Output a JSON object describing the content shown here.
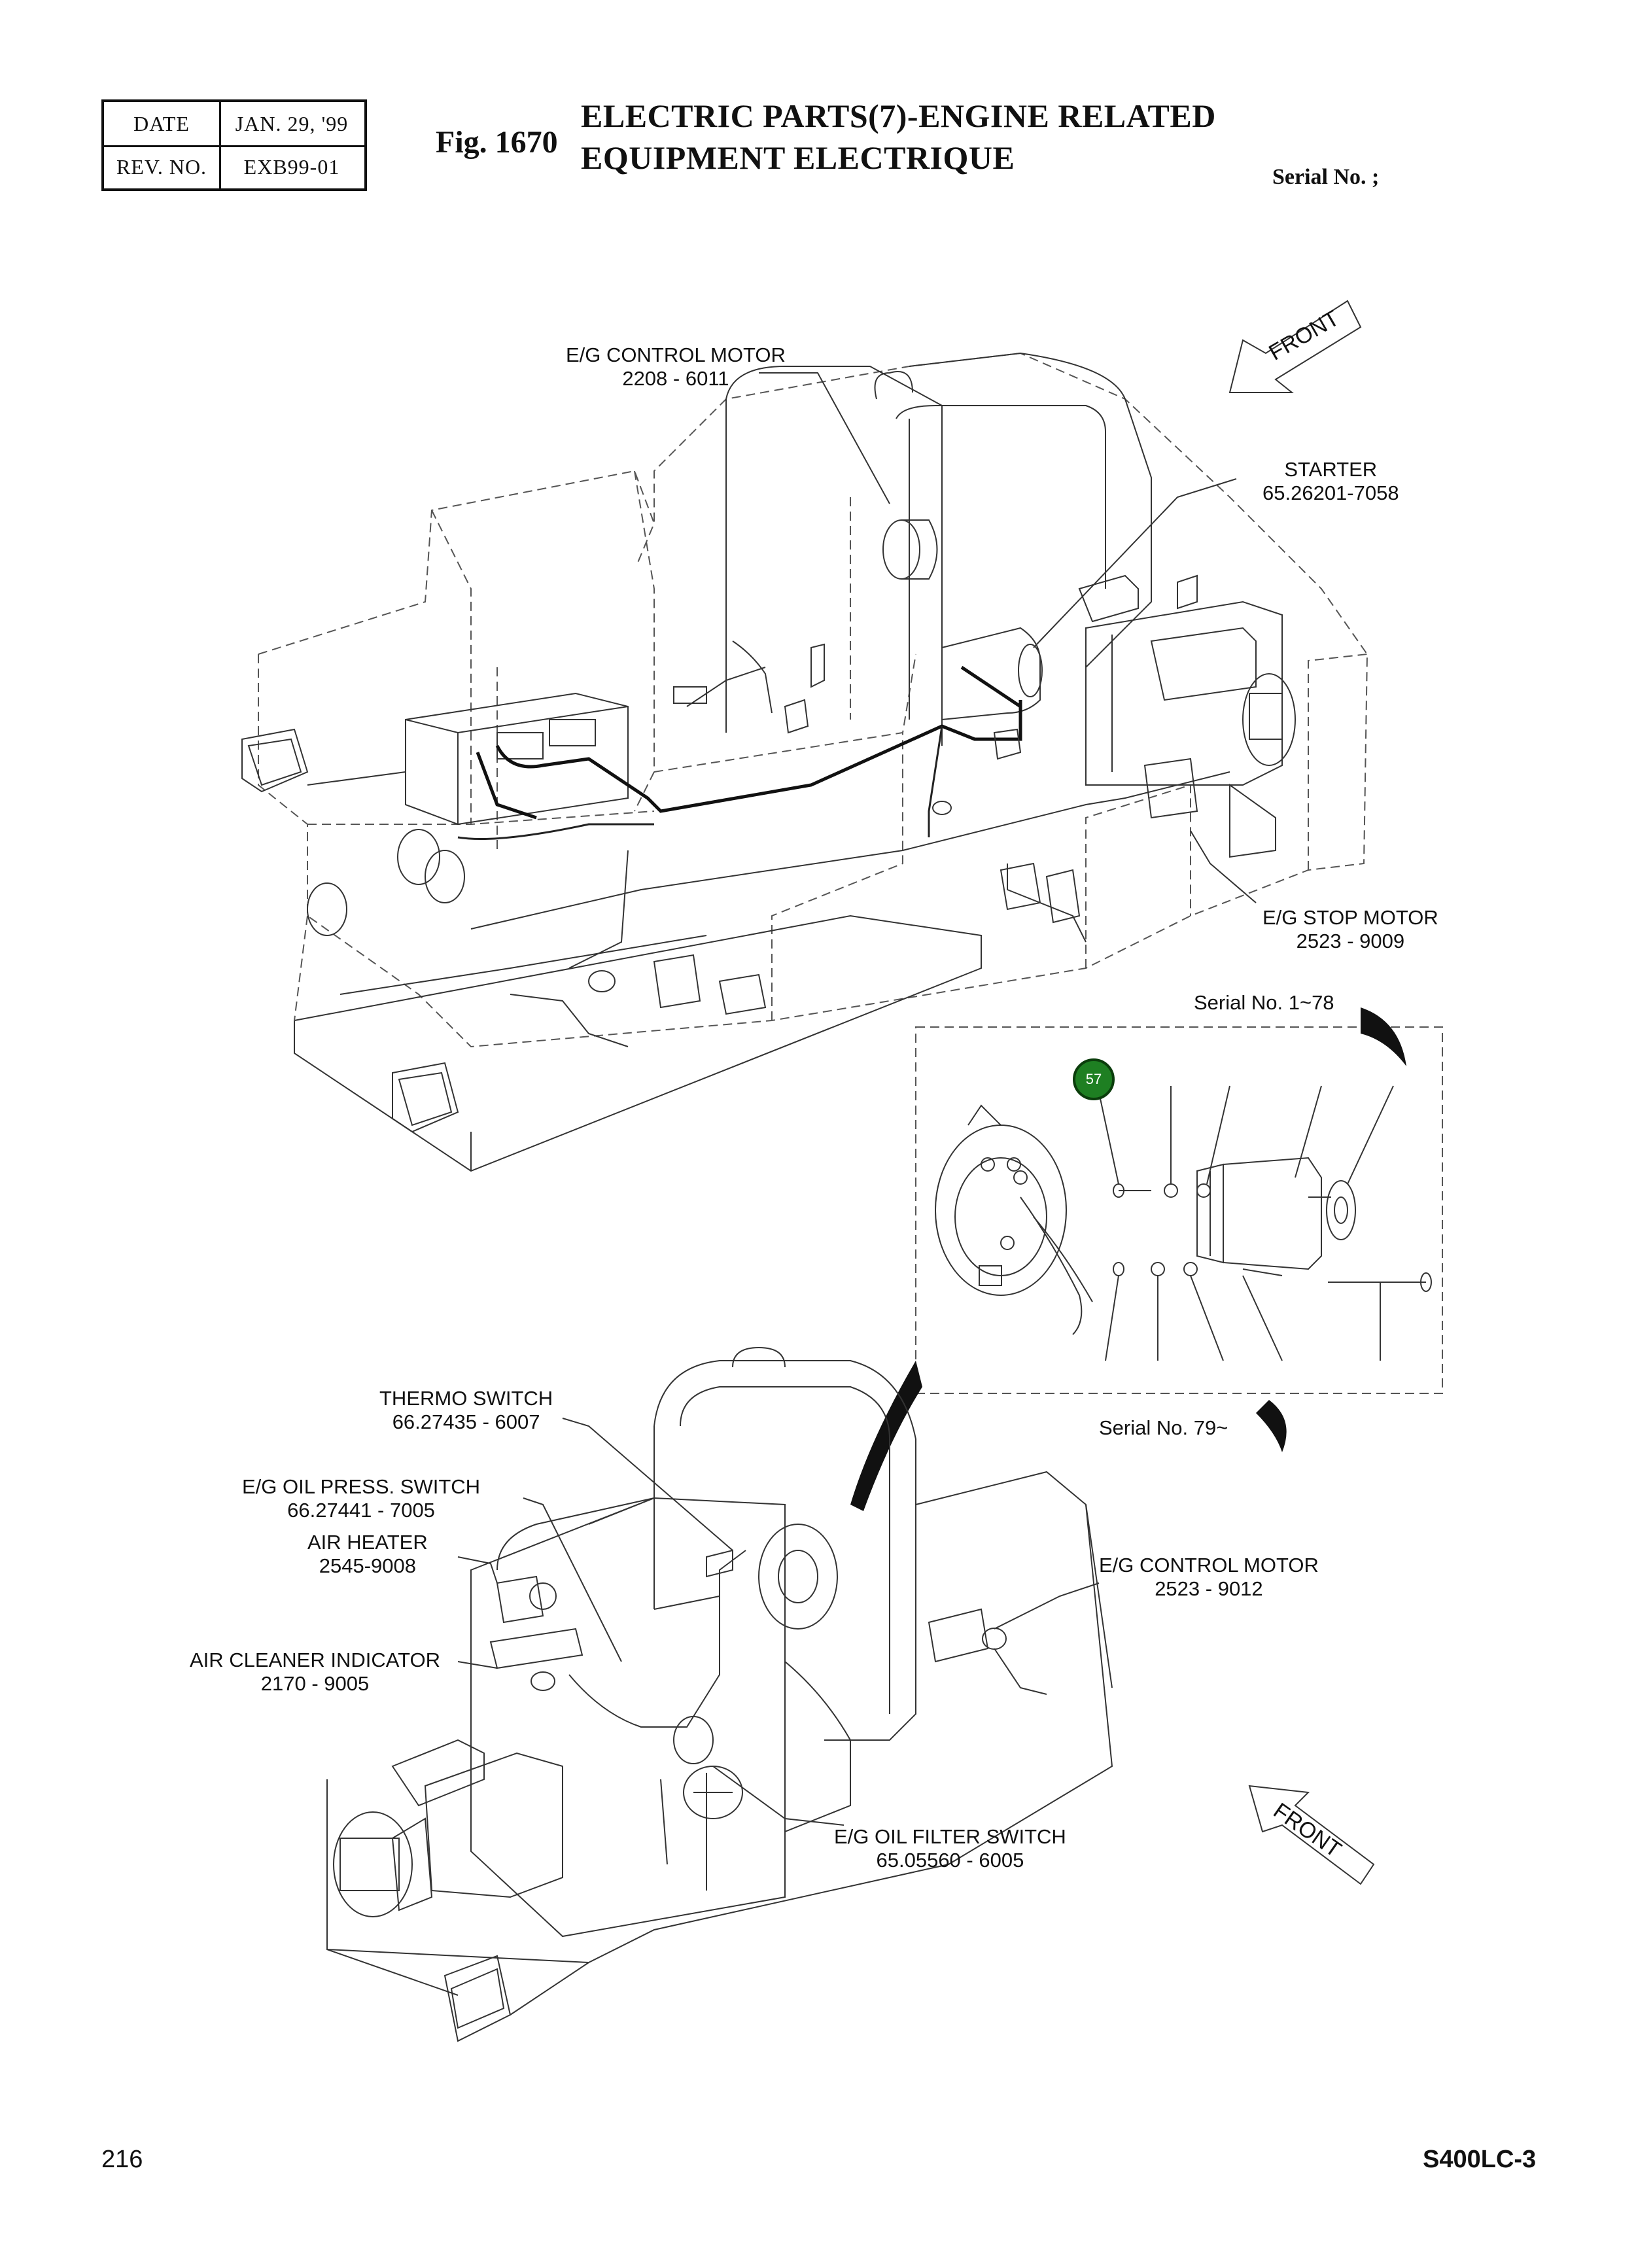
{
  "header": {
    "date_label": "DATE",
    "date_value": "JAN. 29, '99",
    "rev_label": "REV. NO.",
    "rev_value": "EXB99-01"
  },
  "figure": {
    "number": "Fig. 1670",
    "title_en": "ELECTRIC PARTS(7)-ENGINE RELATED",
    "title_fr": "EQUIPMENT ELECTRIQUE",
    "serial": "Serial No. ;"
  },
  "labels": {
    "control_motor_top": {
      "name": "E/G CONTROL MOTOR",
      "part": "2208 - 6011"
    },
    "starter": {
      "name": "STARTER",
      "part": "65.26201-7058"
    },
    "stop_motor": {
      "name": "E/G STOP MOTOR",
      "part": "2523 - 9009"
    },
    "serial_1_78": "Serial No. 1~78",
    "serial_79": "Serial No. 79~",
    "thermo_switch": {
      "name": "THERMO SWITCH",
      "part": "66.27435 - 6007"
    },
    "oil_press_switch": {
      "name": "E/G OIL PRESS. SWITCH",
      "part": "66.27441 - 7005"
    },
    "air_heater": {
      "name": "AIR HEATER",
      "part": "2545-9008"
    },
    "air_cleaner": {
      "name": "AIR CLEANER INDICATOR",
      "part": "2170 - 9005"
    },
    "control_motor_bottom": {
      "name": "E/G CONTROL MOTOR",
      "part": "2523 - 9012"
    },
    "oil_filter_switch": {
      "name": "E/G OIL FILTER SWITCH",
      "part": "65.05560 - 6005"
    },
    "front_arrow": "FRONT"
  },
  "callout": "57",
  "footer": {
    "page": "216",
    "model": "S400LC-3"
  }
}
